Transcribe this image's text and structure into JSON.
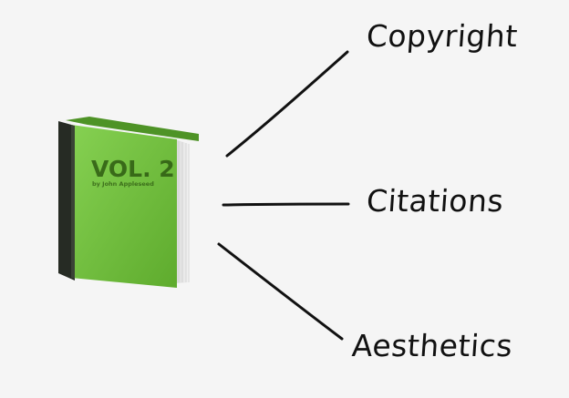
{
  "book": {
    "icon": "green-book-icon",
    "title": "VOL. 2",
    "subtitle": "by John Appleseed",
    "cover_color": "#6cbf3a",
    "spine_color": "#262b24"
  },
  "topics": [
    {
      "label": "Copyright"
    },
    {
      "label": "Citations"
    },
    {
      "label": "Aesthetics"
    }
  ],
  "colors": {
    "background": "#f5f5f5",
    "line": "#111111",
    "text": "#111111"
  }
}
